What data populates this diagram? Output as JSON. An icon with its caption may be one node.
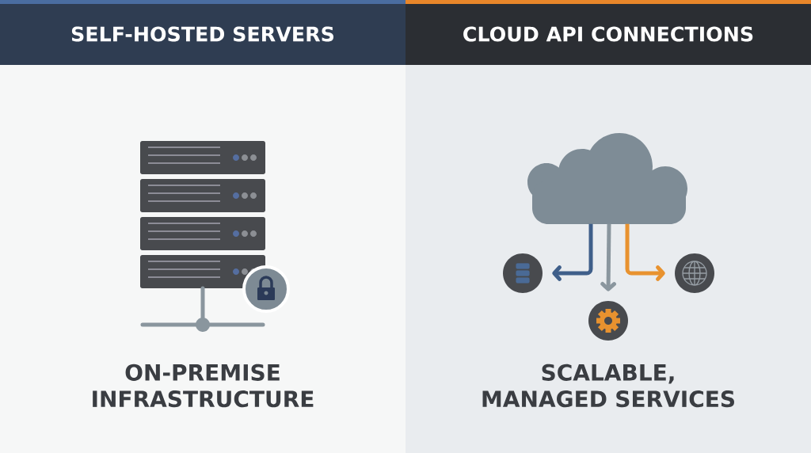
{
  "diagram": {
    "nodes": [
      {
        "text": [
          "SELF-HOSTED SERVERS"
        ]
      },
      {
        "text": [
          "CLOUD API CONNECTIONS"
        ]
      },
      {
        "text": [],
        "shape": "cloud"
      },
      {
        "text": [],
        "shape": "circle"
      },
      {
        "text": [],
        "shape": "circle"
      },
      {
        "text": [],
        "shape": "circle"
      }
    ],
    "edges": [
      {
        "from": 2,
        "to": 3,
        "arrow": "to",
        "color": "#3f5f8a"
      },
      {
        "from": 2,
        "to": 4,
        "arrow": "to",
        "color": "#8a969e"
      },
      {
        "from": 2,
        "to": 5,
        "arrow": "to",
        "color": "#e8922f"
      }
    ],
    "labels": [
      "ON-PREMISE INFRASTRUCTURE",
      "SCALABLE, MANAGED SERVICES"
    ]
  }
}
